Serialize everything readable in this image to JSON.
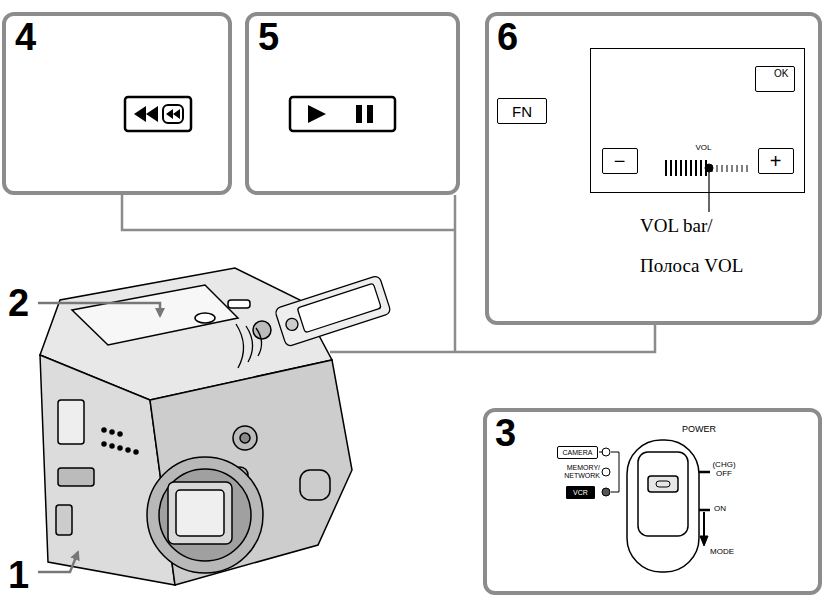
{
  "diagram": {
    "nodes": [
      {
        "text": [
          "4"
        ]
      },
      {
        "text": [
          "5"
        ]
      },
      {
        "text": [
          "6",
          "VOL bar/ Полоса VOL"
        ]
      },
      {
        "text": [
          "FN"
        ],
        "in": 2
      },
      {
        "text": [
          "VOL"
        ],
        "in": 2
      },
      {
        "text": [
          "OK"
        ],
        "in": 4
      },
      {
        "text": [
          "−"
        ],
        "in": 4
      },
      {
        "text": [
          "+"
        ],
        "in": 4
      },
      {
        "text": [
          "3",
          "POWER",
          "MEMORY/ NETWORK",
          "(CHG) OFF",
          "ON",
          "MODE"
        ]
      },
      {
        "text": [
          "CAMERA"
        ],
        "in": 8
      },
      {
        "text": [
          "VCR"
        ],
        "in": 8
      }
    ],
    "labels": [
      "2",
      "1"
    ]
  }
}
